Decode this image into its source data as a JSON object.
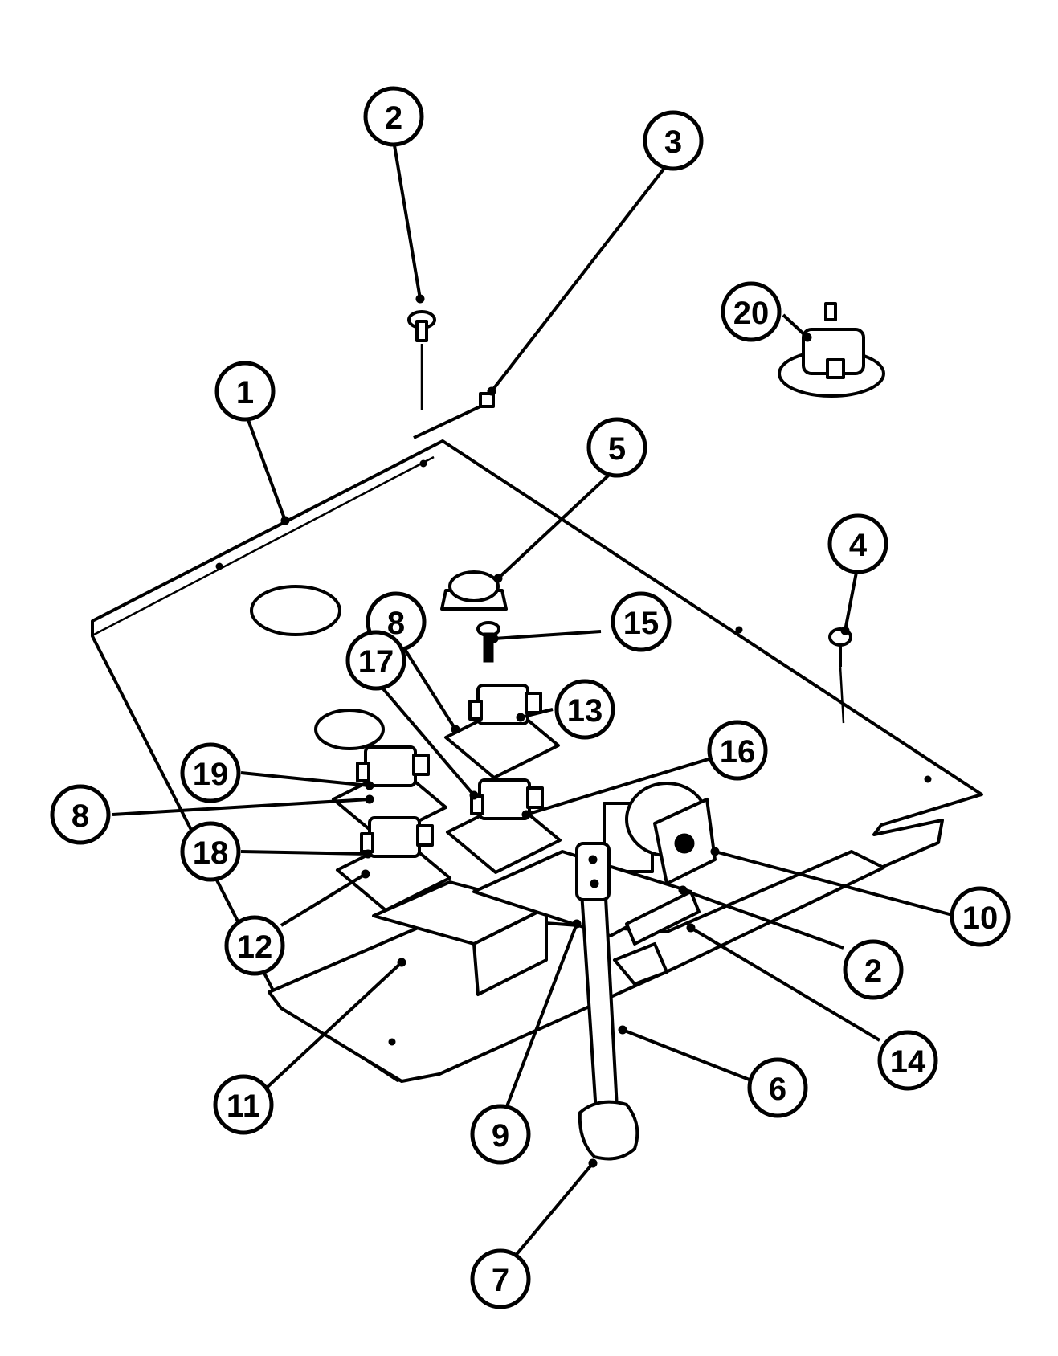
{
  "diagram": {
    "ink_color": "#000000",
    "background_color": "#ffffff",
    "callouts": [
      {
        "id": "c2a",
        "label": "2"
      },
      {
        "id": "c3",
        "label": "3"
      },
      {
        "id": "c20",
        "label": "20"
      },
      {
        "id": "c1",
        "label": "1"
      },
      {
        "id": "c5",
        "label": "5"
      },
      {
        "id": "c4",
        "label": "4"
      },
      {
        "id": "c8a",
        "label": "8"
      },
      {
        "id": "c15",
        "label": "15"
      },
      {
        "id": "c17",
        "label": "17"
      },
      {
        "id": "c13",
        "label": "13"
      },
      {
        "id": "c16",
        "label": "16"
      },
      {
        "id": "c19",
        "label": "19"
      },
      {
        "id": "c8b",
        "label": "8"
      },
      {
        "id": "c18",
        "label": "18"
      },
      {
        "id": "c10",
        "label": "10"
      },
      {
        "id": "c12",
        "label": "12"
      },
      {
        "id": "c2b",
        "label": "2"
      },
      {
        "id": "c11",
        "label": "11"
      },
      {
        "id": "c14",
        "label": "14"
      },
      {
        "id": "c6",
        "label": "6"
      },
      {
        "id": "c9",
        "label": "9"
      },
      {
        "id": "c7",
        "label": "7"
      }
    ]
  }
}
